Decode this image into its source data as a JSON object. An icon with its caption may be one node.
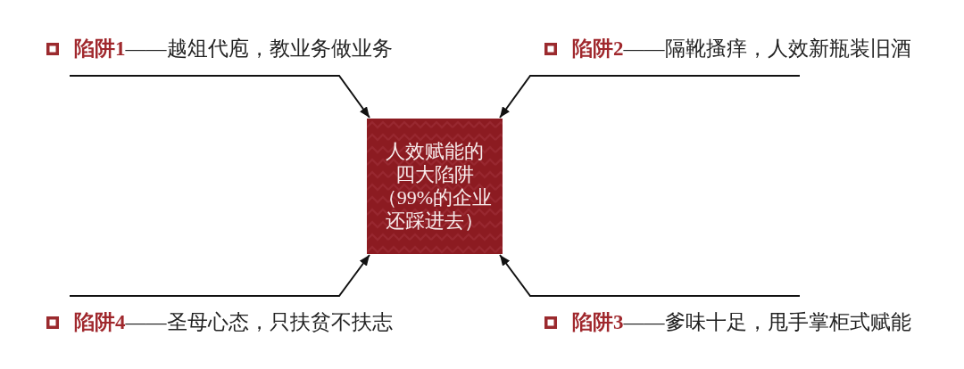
{
  "diagram": {
    "nodes": [
      {
        "text": [
          "**陷阱1**——越俎代庖，教业务做业务"
        ]
      },
      {
        "text": [
          "**陷阱2**——隔靴搔痒，人效新瓶装旧酒"
        ]
      },
      {
        "text": [
          "人效赋能的四大陷阱（99%的企业还踩进去）"
        ]
      },
      {
        "text": [
          "**陷阱4**——圣母心态，只扶贫不扶志"
        ]
      },
      {
        "text": [
          "**陷阱3**——爹味十足，甩手掌柜式赋能"
        ]
      }
    ],
    "edges": [
      {
        "from": 0,
        "to": 2,
        "arrow": "to"
      },
      {
        "from": 1,
        "to": 2,
        "arrow": "to"
      },
      {
        "from": 3,
        "to": 2,
        "arrow": "to"
      },
      {
        "from": 4,
        "to": 2,
        "arrow": "to"
      }
    ]
  }
}
